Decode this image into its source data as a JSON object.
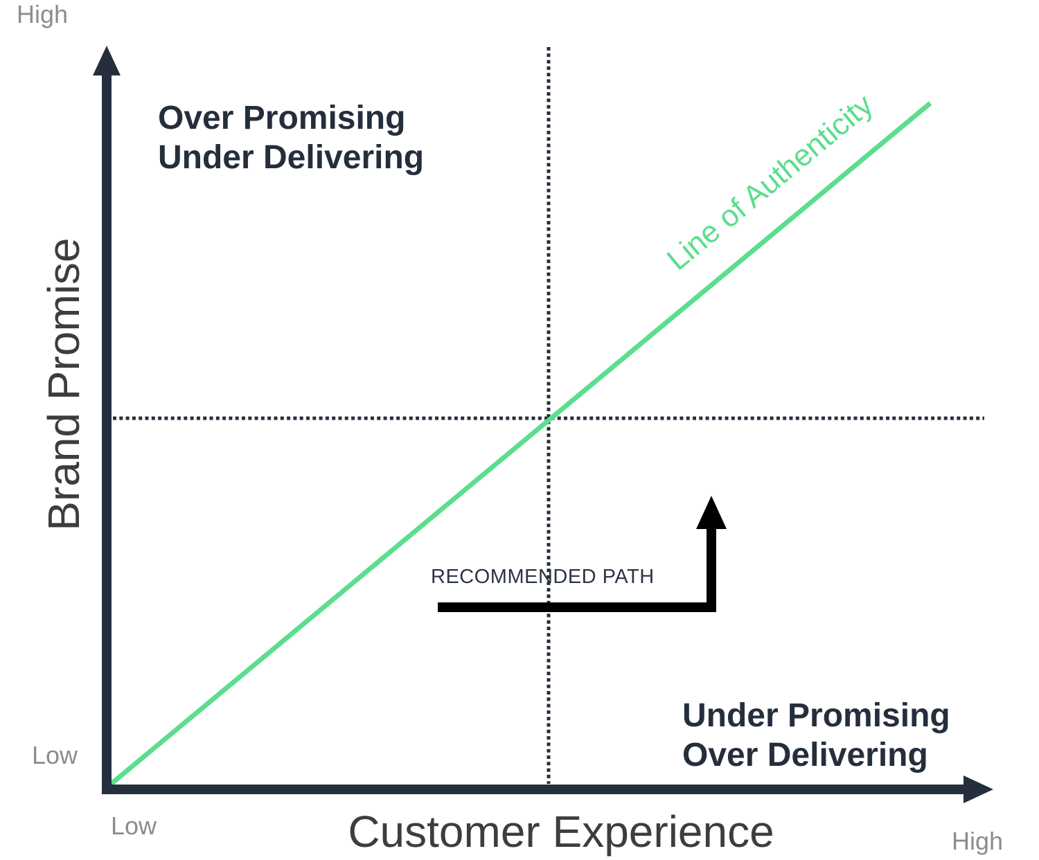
{
  "colors": {
    "axis": "#252E3C",
    "quadrant_text": "#252E3C",
    "green": "#5BDE8D",
    "gray_end_label": "#8C8C8C",
    "axis_title": "#3D3D3D",
    "path_arrow": "#000000"
  },
  "y_axis": {
    "title": "Brand Promise",
    "high_label": "High",
    "low_label": "Low"
  },
  "x_axis": {
    "title": "Customer Experience",
    "high_label": "High",
    "low_label": "Low"
  },
  "quadrants": {
    "top_left": {
      "line1": "Over Promising",
      "line2": "Under Delivering"
    },
    "bottom_right": {
      "line1": "Under Promising",
      "line2": "Over Delivering"
    }
  },
  "authenticity_line": {
    "label": "Line of Authenticity"
  },
  "recommended_path": {
    "label": "RECOMMENDED PATH"
  }
}
